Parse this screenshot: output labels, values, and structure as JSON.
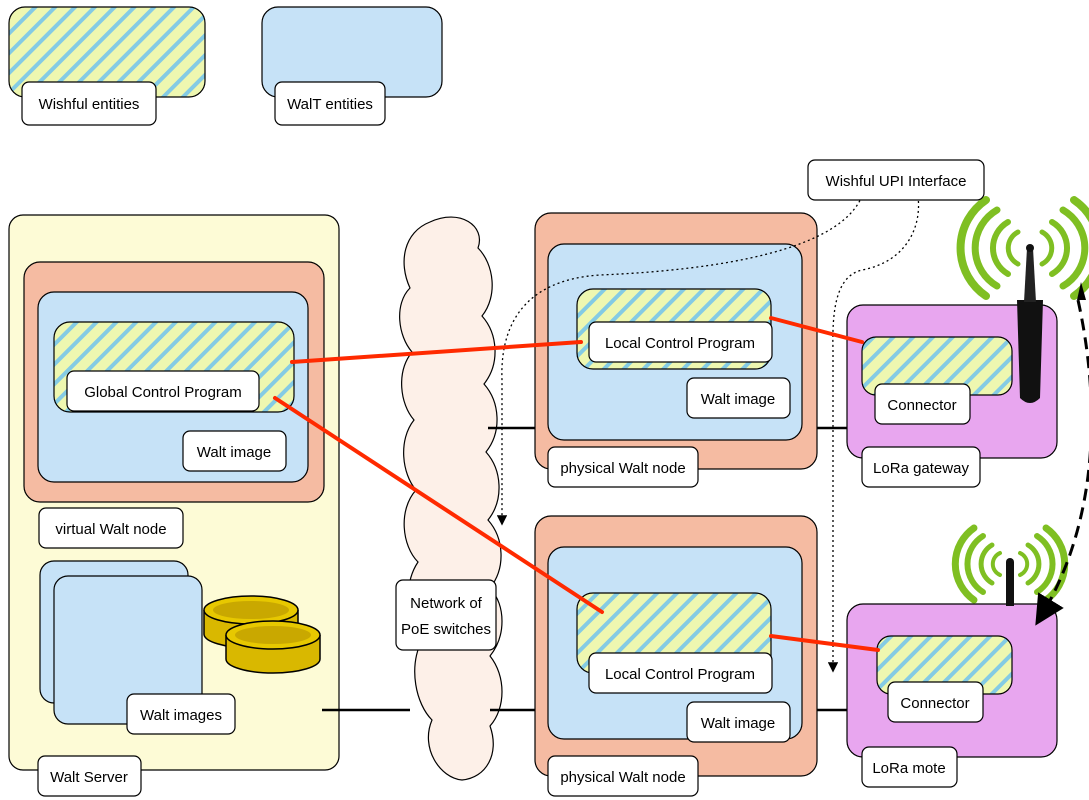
{
  "legend": {
    "wishful": "Wishful entities",
    "walt": "WalT entities"
  },
  "server": {
    "title": "Walt Server",
    "virtual_node": "virtual Walt node",
    "image": "Walt image",
    "program": "Global Control Program",
    "images": "Walt images"
  },
  "network": {
    "line1": "Network of",
    "line2": "PoE switches"
  },
  "upi": "Wishful UPI Interface",
  "node_top": {
    "title": "physical Walt node",
    "image": "Walt image",
    "program": "Local Control Program"
  },
  "node_bottom": {
    "title": "physical Walt node",
    "image": "Walt image",
    "program": "Local Control Program"
  },
  "gateway": {
    "title": "LoRa gateway",
    "connector": "Connector"
  },
  "mote": {
    "title": "LoRa mote",
    "connector": "Connector"
  },
  "colors": {
    "server_bg": "#fdfbd6",
    "node_orange": "#f5bba2",
    "walt_blue": "#c6e2f7",
    "wishful_yellow": "#eef7b0",
    "wishful_stripe": "#7ec9e2",
    "lora_purple": "#e8a6ef",
    "red_link": "#ff2a00",
    "antenna_green": "#7fbf22",
    "disk_gold": "#e7c800",
    "cloud": "#fdf0e8"
  }
}
